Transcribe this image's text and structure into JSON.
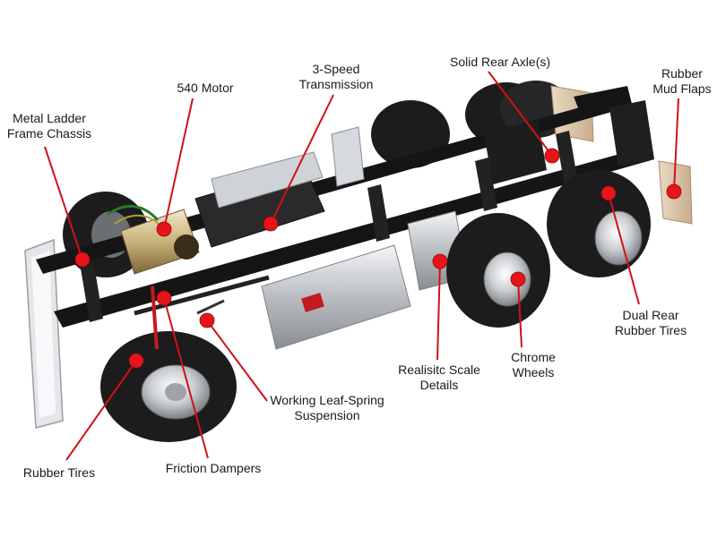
{
  "colors": {
    "marker": "#e8141b",
    "leader": "#d11217",
    "frame": "#151515",
    "tire": "#1c1c1c",
    "chrome": "#d9dbde",
    "background": "#ffffff"
  },
  "callouts": [
    {
      "id": "metal-ladder-frame-chassis",
      "lines": [
        "Metal Ladder",
        "Frame Chassis"
      ]
    },
    {
      "id": "540-motor",
      "lines": [
        "540 Motor"
      ]
    },
    {
      "id": "3-speed-transmission",
      "lines": [
        "3-Speed",
        "Transmission"
      ]
    },
    {
      "id": "solid-rear-axles",
      "lines": [
        "Solid Rear Axle(s)"
      ]
    },
    {
      "id": "rubber-mud-flaps",
      "lines": [
        "Rubber",
        "Mud Flaps"
      ]
    },
    {
      "id": "dual-rear-rubber-tires",
      "lines": [
        "Dual Rear",
        "Rubber Tires"
      ]
    },
    {
      "id": "chrome-wheels",
      "lines": [
        "Chrome",
        "Wheels"
      ]
    },
    {
      "id": "realistic-scale-details",
      "lines": [
        "Realisitc Scale",
        "Details"
      ]
    },
    {
      "id": "working-leaf-spring-suspension",
      "lines": [
        "Working Leaf-Spring",
        "Suspension"
      ]
    },
    {
      "id": "friction-dampers",
      "lines": [
        "Friction Dampers"
      ]
    },
    {
      "id": "rubber-tires",
      "lines": [
        "Rubber Tires"
      ]
    }
  ]
}
